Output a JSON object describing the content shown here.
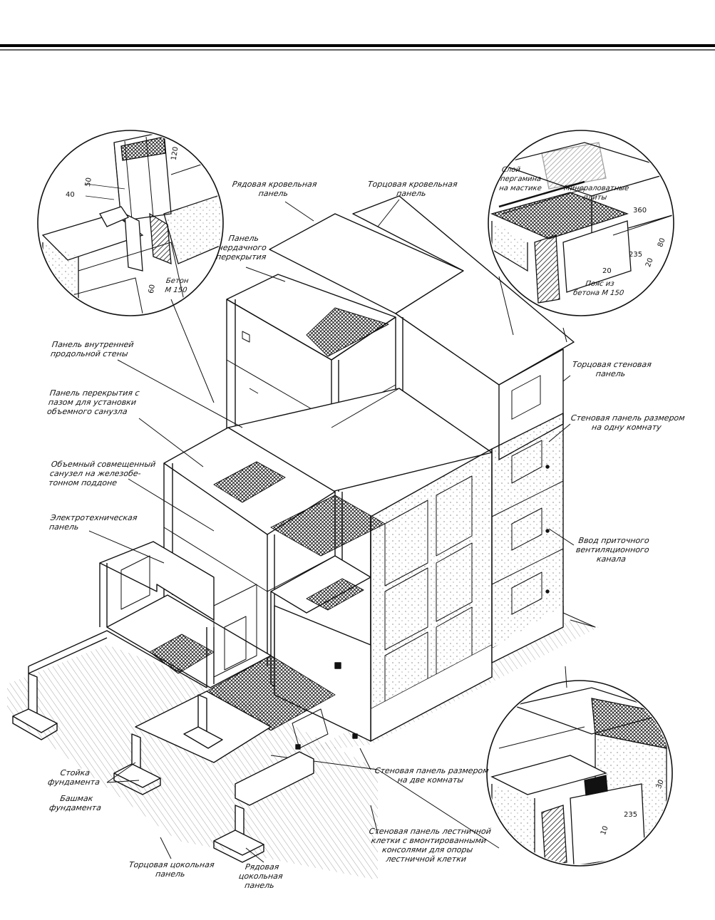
{
  "labels": {
    "row_roof_panel": [
      "Рядовая кровельная",
      "панель"
    ],
    "end_roof_panel": [
      "Торцовая кровельная",
      "панель"
    ],
    "attic_floor_panel": [
      "Панель",
      "чердачного",
      "перекрытия"
    ],
    "inner_long_wall_panel": [
      "Панель внутренней",
      "продольной стены"
    ],
    "floor_panel_groove": [
      "Панель перекрытия с",
      "пазом для установки",
      "объемного санузла"
    ],
    "bathroom_unit": [
      "Объемный совмещенный",
      "санузел на железобе-",
      "тонном поддоне"
    ],
    "electrical_panel": [
      "Электротехническая",
      "панель"
    ],
    "end_wall_panel": [
      "Торцовая стеновая",
      "панель"
    ],
    "wall_panel_one_room": [
      "Стеновая панель размером",
      "на одну комнату"
    ],
    "vent_channel": [
      "Ввод приточного",
      "вентиляционного",
      "канала"
    ],
    "foundation_post": [
      "Стойка",
      "фундамента"
    ],
    "foundation_shoe": [
      "Башмак",
      "фундамента"
    ],
    "wall_panel_two_rooms": [
      "Стеновая панель размером",
      "на две комнаты"
    ],
    "stair_wall_panel": [
      "Стеновая панель лестничной",
      "клетки с вмонтированными",
      "консолями для опоры",
      "лестничной клетки"
    ],
    "end_plinth_panel": [
      "Торцовая цокольная",
      "панель"
    ],
    "row_plinth_panel": [
      "Рядовая",
      "цокольная",
      "панель"
    ],
    "concrete_m150_left": [
      "Бетон",
      "М 150"
    ],
    "roofing_layer": [
      "Слой",
      "пергамина",
      "на мастике"
    ],
    "mineral_wool": [
      "Минераловатные",
      "плиты"
    ],
    "concrete_belt": [
      "Пояс из",
      "бетона М 150"
    ]
  },
  "dimensions": {
    "d40": "40",
    "d50": "50",
    "d120": "120",
    "d60": "60",
    "d360": "360",
    "d80": "80",
    "d235a": "235",
    "d20a": "20",
    "d20b": "20",
    "d235b": "235",
    "d10": "10",
    "d30": "30"
  }
}
